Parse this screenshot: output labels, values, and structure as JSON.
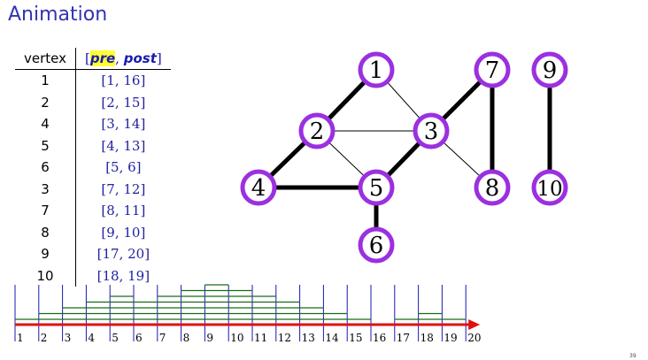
{
  "title": "Animation",
  "table": {
    "header_vertex": "vertex",
    "header_open": "[",
    "header_pre": "pre",
    "header_sep": ", ",
    "header_post": "post",
    "header_close": "]",
    "rows": [
      {
        "vertex": "1",
        "interval": "[1, 16]"
      },
      {
        "vertex": "2",
        "interval": "[2, 15]"
      },
      {
        "vertex": "4",
        "interval": "[3, 14]"
      },
      {
        "vertex": "5",
        "interval": "[4, 13]"
      },
      {
        "vertex": "6",
        "interval": "[5, 6]"
      },
      {
        "vertex": "3",
        "interval": "[7, 12]"
      },
      {
        "vertex": "7",
        "interval": "[8, 11]"
      },
      {
        "vertex": "8",
        "interval": "[9, 10]"
      },
      {
        "vertex": "9",
        "interval": "[17, 20]"
      },
      {
        "vertex": "10",
        "interval": "[18, 19]"
      }
    ]
  },
  "graph": {
    "nodes": [
      "1",
      "2",
      "3",
      "4",
      "5",
      "6",
      "7",
      "8",
      "9",
      "10"
    ],
    "edges": [
      {
        "from": "1",
        "to": "2",
        "tree": true
      },
      {
        "from": "1",
        "to": "3",
        "tree": false
      },
      {
        "from": "2",
        "to": "3",
        "tree": false
      },
      {
        "from": "2",
        "to": "4",
        "tree": true
      },
      {
        "from": "2",
        "to": "5",
        "tree": false
      },
      {
        "from": "4",
        "to": "5",
        "tree": true
      },
      {
        "from": "5",
        "to": "6",
        "tree": true
      },
      {
        "from": "5",
        "to": "3",
        "tree": true
      },
      {
        "from": "3",
        "to": "7",
        "tree": true
      },
      {
        "from": "3",
        "to": "8",
        "tree": false
      },
      {
        "from": "7",
        "to": "8",
        "tree": true
      },
      {
        "from": "9",
        "to": "10",
        "tree": true
      }
    ]
  },
  "timeline": {
    "ticks": [
      "1",
      "2",
      "3",
      "4",
      "5",
      "6",
      "7",
      "8",
      "9",
      "10",
      "11",
      "12",
      "13",
      "14",
      "15",
      "16",
      "17",
      "18",
      "19",
      "20"
    ],
    "intervals": [
      {
        "pre": 1,
        "post": 16
      },
      {
        "pre": 2,
        "post": 15
      },
      {
        "pre": 3,
        "post": 14
      },
      {
        "pre": 4,
        "post": 13
      },
      {
        "pre": 5,
        "post": 6
      },
      {
        "pre": 7,
        "post": 12
      },
      {
        "pre": 8,
        "post": 11
      },
      {
        "pre": 9,
        "post": 10
      },
      {
        "pre": 17,
        "post": 20
      },
      {
        "pre": 18,
        "post": 19
      }
    ]
  },
  "page_number": "39",
  "colors": {
    "title": "#3333b3",
    "node_ring": "#9b30e0",
    "node_fill": "#ffffff",
    "tree_edge": "#000000",
    "nontree_edge": "#000000",
    "interval_bar": "#1a6a1a",
    "tick_line": "#1a1ab0",
    "axis_arrow": "#e01010"
  }
}
